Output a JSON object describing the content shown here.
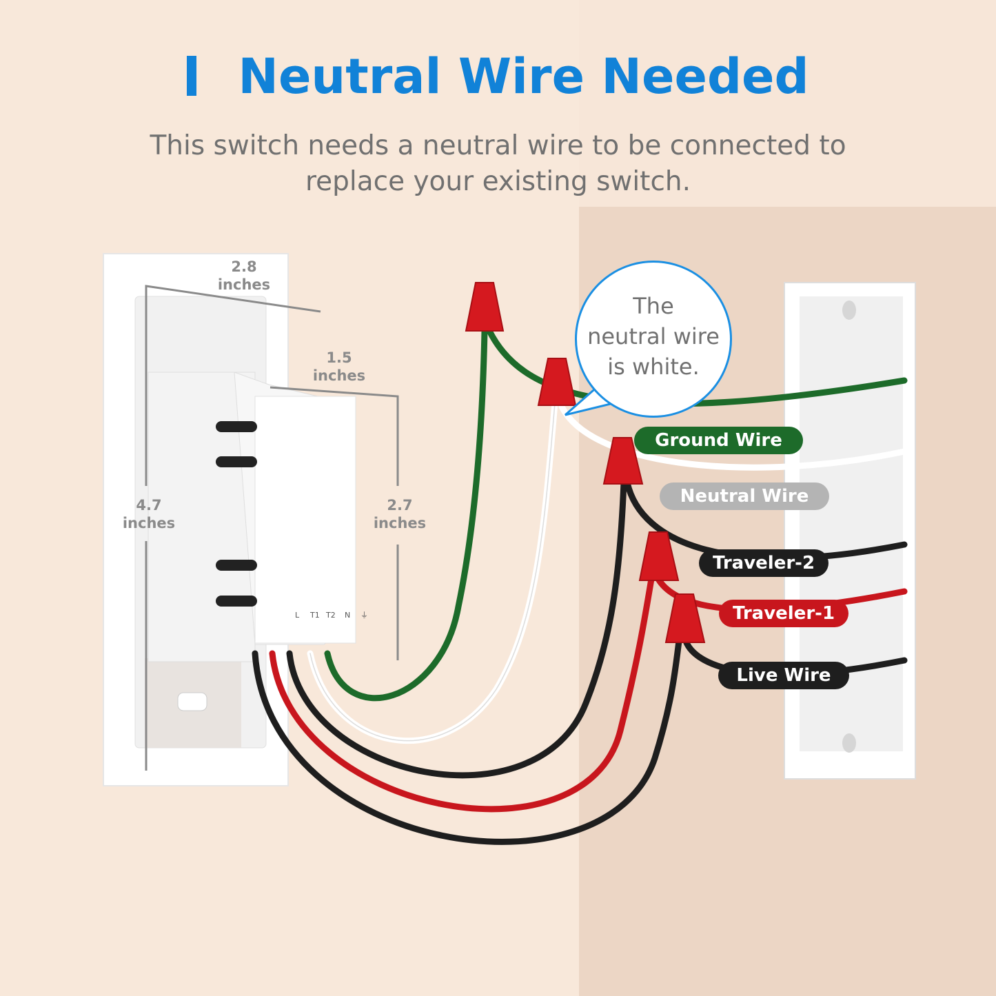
{
  "title": "Neutral Wire Needed",
  "subtitle_line1": "This switch needs a neutral wire to be  connected to",
  "subtitle_line2": "replace your existing switch.",
  "dimensions": {
    "width_top": "2.8",
    "width_top_unit": "inches",
    "depth": "1.5",
    "depth_unit": "inches",
    "height": "4.7",
    "height_unit": "inches",
    "module_height": "2.7",
    "module_height_unit": "inches"
  },
  "terminals": [
    "L",
    "T1",
    "T2",
    "N",
    "⏚"
  ],
  "bubble": {
    "line1": "The",
    "line2": "neutral wire",
    "line3": "is white."
  },
  "labels": {
    "ground": "Ground Wire",
    "neutral": "Neutral Wire",
    "traveler2": "Traveler-2",
    "traveler1": "Traveler-1",
    "live": "Live Wire"
  },
  "colors": {
    "title": "#1182d8",
    "ground": "#1d6b2a",
    "neutral": "#b4b4b4",
    "traveler": "#1e1e1e",
    "traveler1": "#c8161d",
    "cap": "#d5191f"
  }
}
